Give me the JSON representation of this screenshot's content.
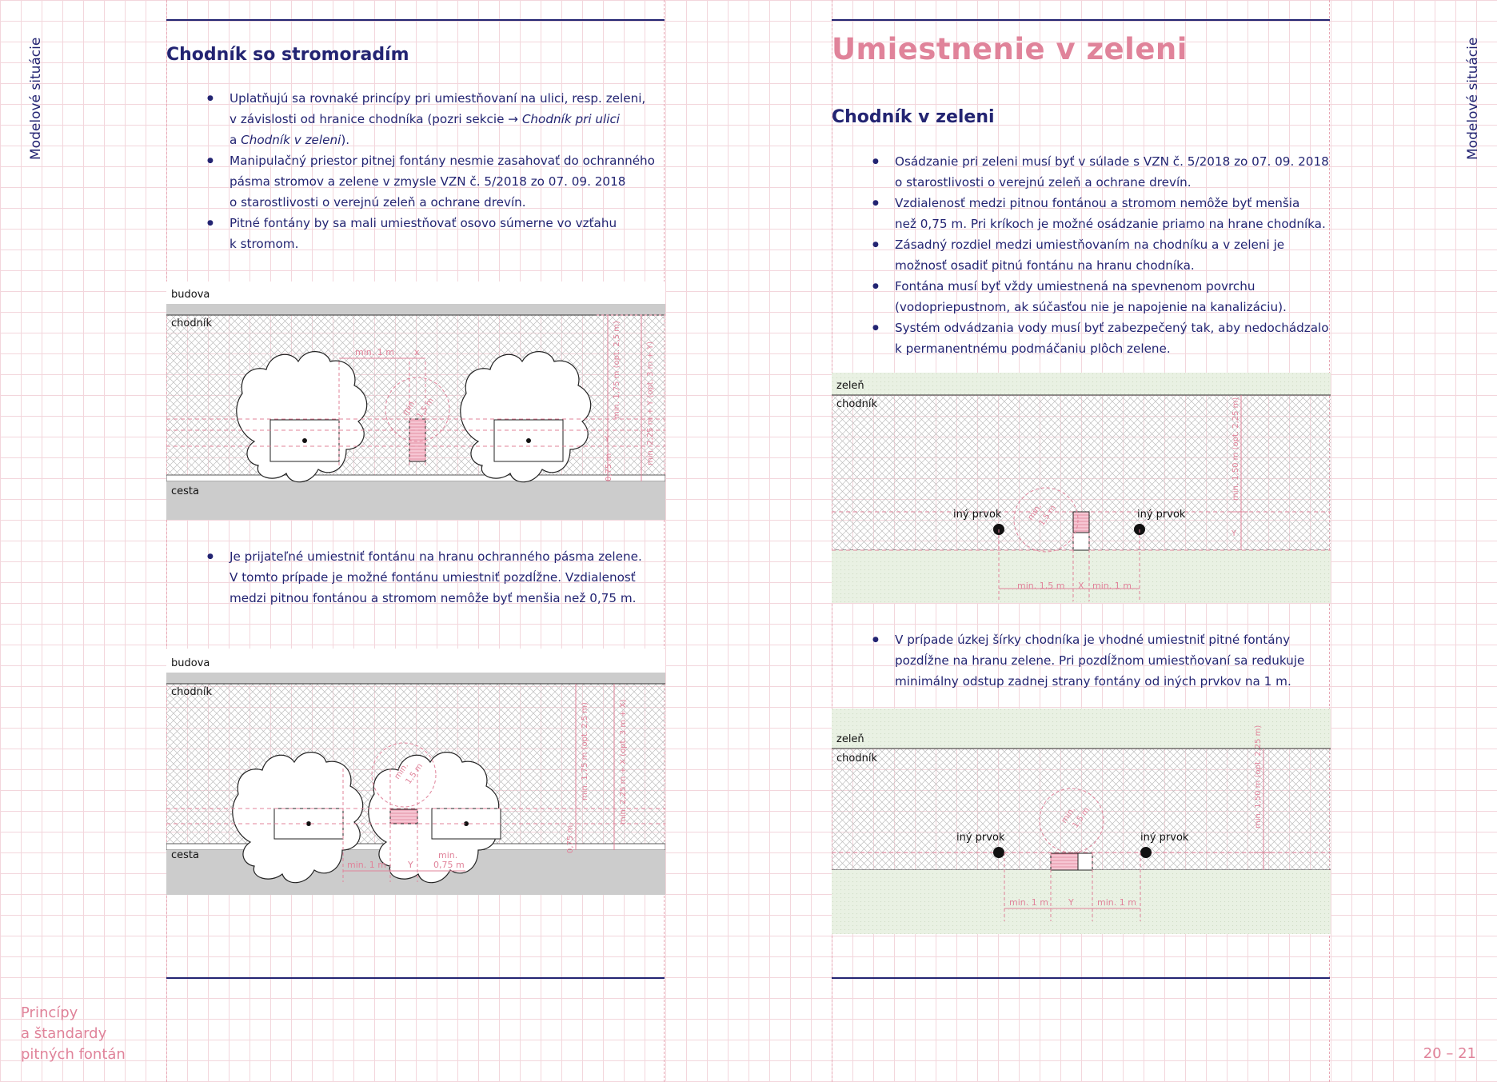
{
  "side_label": "Modelové situácie",
  "footer": {
    "title_lines": [
      "Princípy",
      "a štandardy",
      "pitných fontán"
    ],
    "page_numbers": "20 – 21"
  },
  "left": {
    "heading": "Chodník so stromoradím",
    "bullets1": [
      [
        "Uplatňujú sa rovnaké princípy pri umiestňovaní na ulici, resp. zeleni,",
        "v závislosti od hranice chodníka (pozri sekcie → Chodník pri ulici",
        "a Chodník v zeleni)."
      ],
      [
        "Manipulačný priestor pitnej fontány nesmie zasahovať do ochranného",
        "pásma stromov a zelene v zmysle VZN č. 5/2018 zo 07. 09. 2018",
        "o starostlivosti o verejnú zeleň a ochrane drevín."
      ],
      [
        "Pitné fontány by sa mali umiestňovať osovo súmerne vo vzťahu",
        "k stromom."
      ]
    ],
    "bullets2": [
      [
        "Je prijateľné umiestniť fontánu na hranu ochranného pásma zelene.",
        "V tomto prípade je možné fontánu umiestniť pozdĺžne. Vzdialenosť",
        "medzi pitnou fontánou a stromom nemôže byť menšia než 0,75 m."
      ]
    ],
    "diagram1": {
      "labels": {
        "building": "budova",
        "sidewalk": "chodník",
        "road": "cesta"
      },
      "dims": {
        "min1m": "min. 1 m",
        "x": "x",
        "y": "Y",
        "min": "min.",
        "r": "1,5 m",
        "v1": "min. 1,75 m (opt. 2,5 m)",
        "v2": "min. 2,25 m + Y (opt. 3 m + Y)",
        "v3": "0,75 m"
      }
    },
    "diagram2": {
      "labels": {
        "building": "budova",
        "sidewalk": "chodník",
        "road": "cesta"
      },
      "dims": {
        "min1m": "min. 1 m",
        "y": "Y",
        "min": "min.",
        "r": "1,5 m",
        "m075": "0,75 m",
        "v1": "min. 1,75 m (opt. 2,5 m)",
        "v2": "min. 2,25 m + X (opt. 3 m + X)",
        "v3": "0,75 m"
      }
    }
  },
  "right": {
    "title": "Umiestnenie v zeleni",
    "heading": "Chodník v zeleni",
    "bullets1": [
      [
        "Osádzanie pri zeleni musí byť v súlade s VZN č. 5/2018 zo 07. 09. 2018",
        "o starostlivosti o verejnú zeleň a ochrane drevín."
      ],
      [
        "Vzdialenosť medzi pitnou fontánou a stromom nemôže byť menšia",
        "než 0,75 m. Pri kríkoch je možné osádzanie priamo na hrane chodníka."
      ],
      [
        "Zásadný rozdiel medzi umiestňovaním na chodníku a v zeleni je",
        "možnosť osadiť pitnú fontánu na hranu chodníka."
      ],
      [
        "Fontána musí byť vždy umiestnená na spevnenom povrchu",
        "(vodopriepustnom, ak súčasťou nie je napojenie na kanalizáciu)."
      ],
      [
        "Systém odvádzania vody musí byť zabezpečený tak, aby nedochádzalo",
        "k permanentnému podmáčaniu plôch zelene."
      ]
    ],
    "bullets2": [
      [
        "V prípade úzkej šírky chodníka je vhodné umiestniť pitné fontány",
        "pozdĺžne na hranu zelene. Pri pozdĺžnom umiestňovaní sa redukuje",
        "minimálny odstup zadnej strany fontány od iných prvkov na 1 m."
      ]
    ],
    "diagram1": {
      "labels": {
        "green": "zeleň",
        "sidewalk": "chodník",
        "other_left": "iný prvok",
        "other_right": "iný prvok"
      },
      "dims": {
        "a": "min. 1,5 m",
        "x": "X",
        "b": "min. 1 m",
        "min": "min.",
        "r": "1,5 m",
        "v": "min. 1,50 m (opt. 2,25 m)",
        "y": "Y"
      }
    },
    "diagram2": {
      "labels": {
        "green": "zeleň",
        "sidewalk": "chodník",
        "other_left": "iný prvok",
        "other_right": "iný prvok"
      },
      "dims": {
        "a": "min. 1 m",
        "y": "Y",
        "b": "min. 1 m",
        "min": "min.",
        "r": "1,5 m",
        "v": "min. 1,50 m (opt. 2,25 m)"
      }
    }
  }
}
